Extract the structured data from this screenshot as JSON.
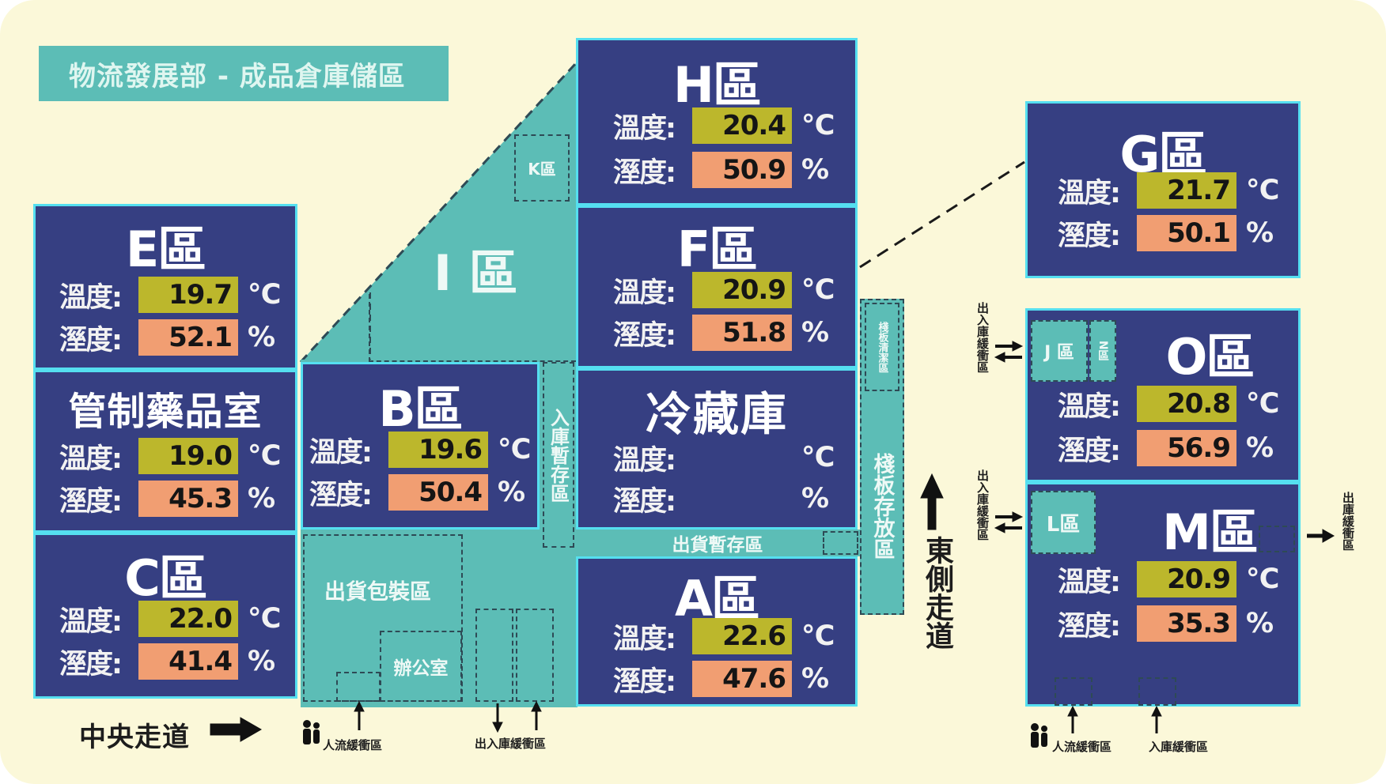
{
  "title": "物流發展部 - 成品倉庫儲區",
  "labels": {
    "temp": "溫度:",
    "hum": "溼度:",
    "c": "℃",
    "pct": "%"
  },
  "zones": {
    "H": {
      "name": "H區",
      "temp": "20.4",
      "hum": "50.9"
    },
    "E": {
      "name": "E區",
      "temp": "19.7",
      "hum": "52.1"
    },
    "F": {
      "name": "F區",
      "temp": "20.9",
      "hum": "51.8"
    },
    "G": {
      "name": "G區",
      "temp": "21.7",
      "hum": "50.1"
    },
    "control": {
      "name": "管制藥品室",
      "temp": "19.0",
      "hum": "45.3"
    },
    "B": {
      "name": "B區",
      "temp": "19.6",
      "hum": "50.4"
    },
    "cold": {
      "name": "冷藏庫",
      "temp": "",
      "hum": ""
    },
    "O": {
      "name": "O區",
      "temp": "20.8",
      "hum": "56.9"
    },
    "C": {
      "name": "C區",
      "temp": "22.0",
      "hum": "41.4"
    },
    "A": {
      "name": "A區",
      "temp": "22.6",
      "hum": "47.6"
    },
    "M": {
      "name": "M區",
      "temp": "20.9",
      "hum": "35.3"
    }
  },
  "areas": {
    "I": "I 區",
    "K": "K區",
    "J": "J 區",
    "N": "N區",
    "L": "L區",
    "inbound_temp": "入庫暫存區",
    "shipping_temp": "出貨暫存區",
    "packing": "出貨包裝區",
    "office": "辦公室",
    "pallet": "棧板存放區",
    "pallet_clean": "棧板清潔區"
  },
  "walkways": {
    "central": "中央走道",
    "east": "東側走道"
  },
  "buffers": {
    "people": "人流緩衝區",
    "inout": "出入庫緩衝區",
    "in": "入庫緩衝區",
    "out": "出庫緩衝區"
  }
}
